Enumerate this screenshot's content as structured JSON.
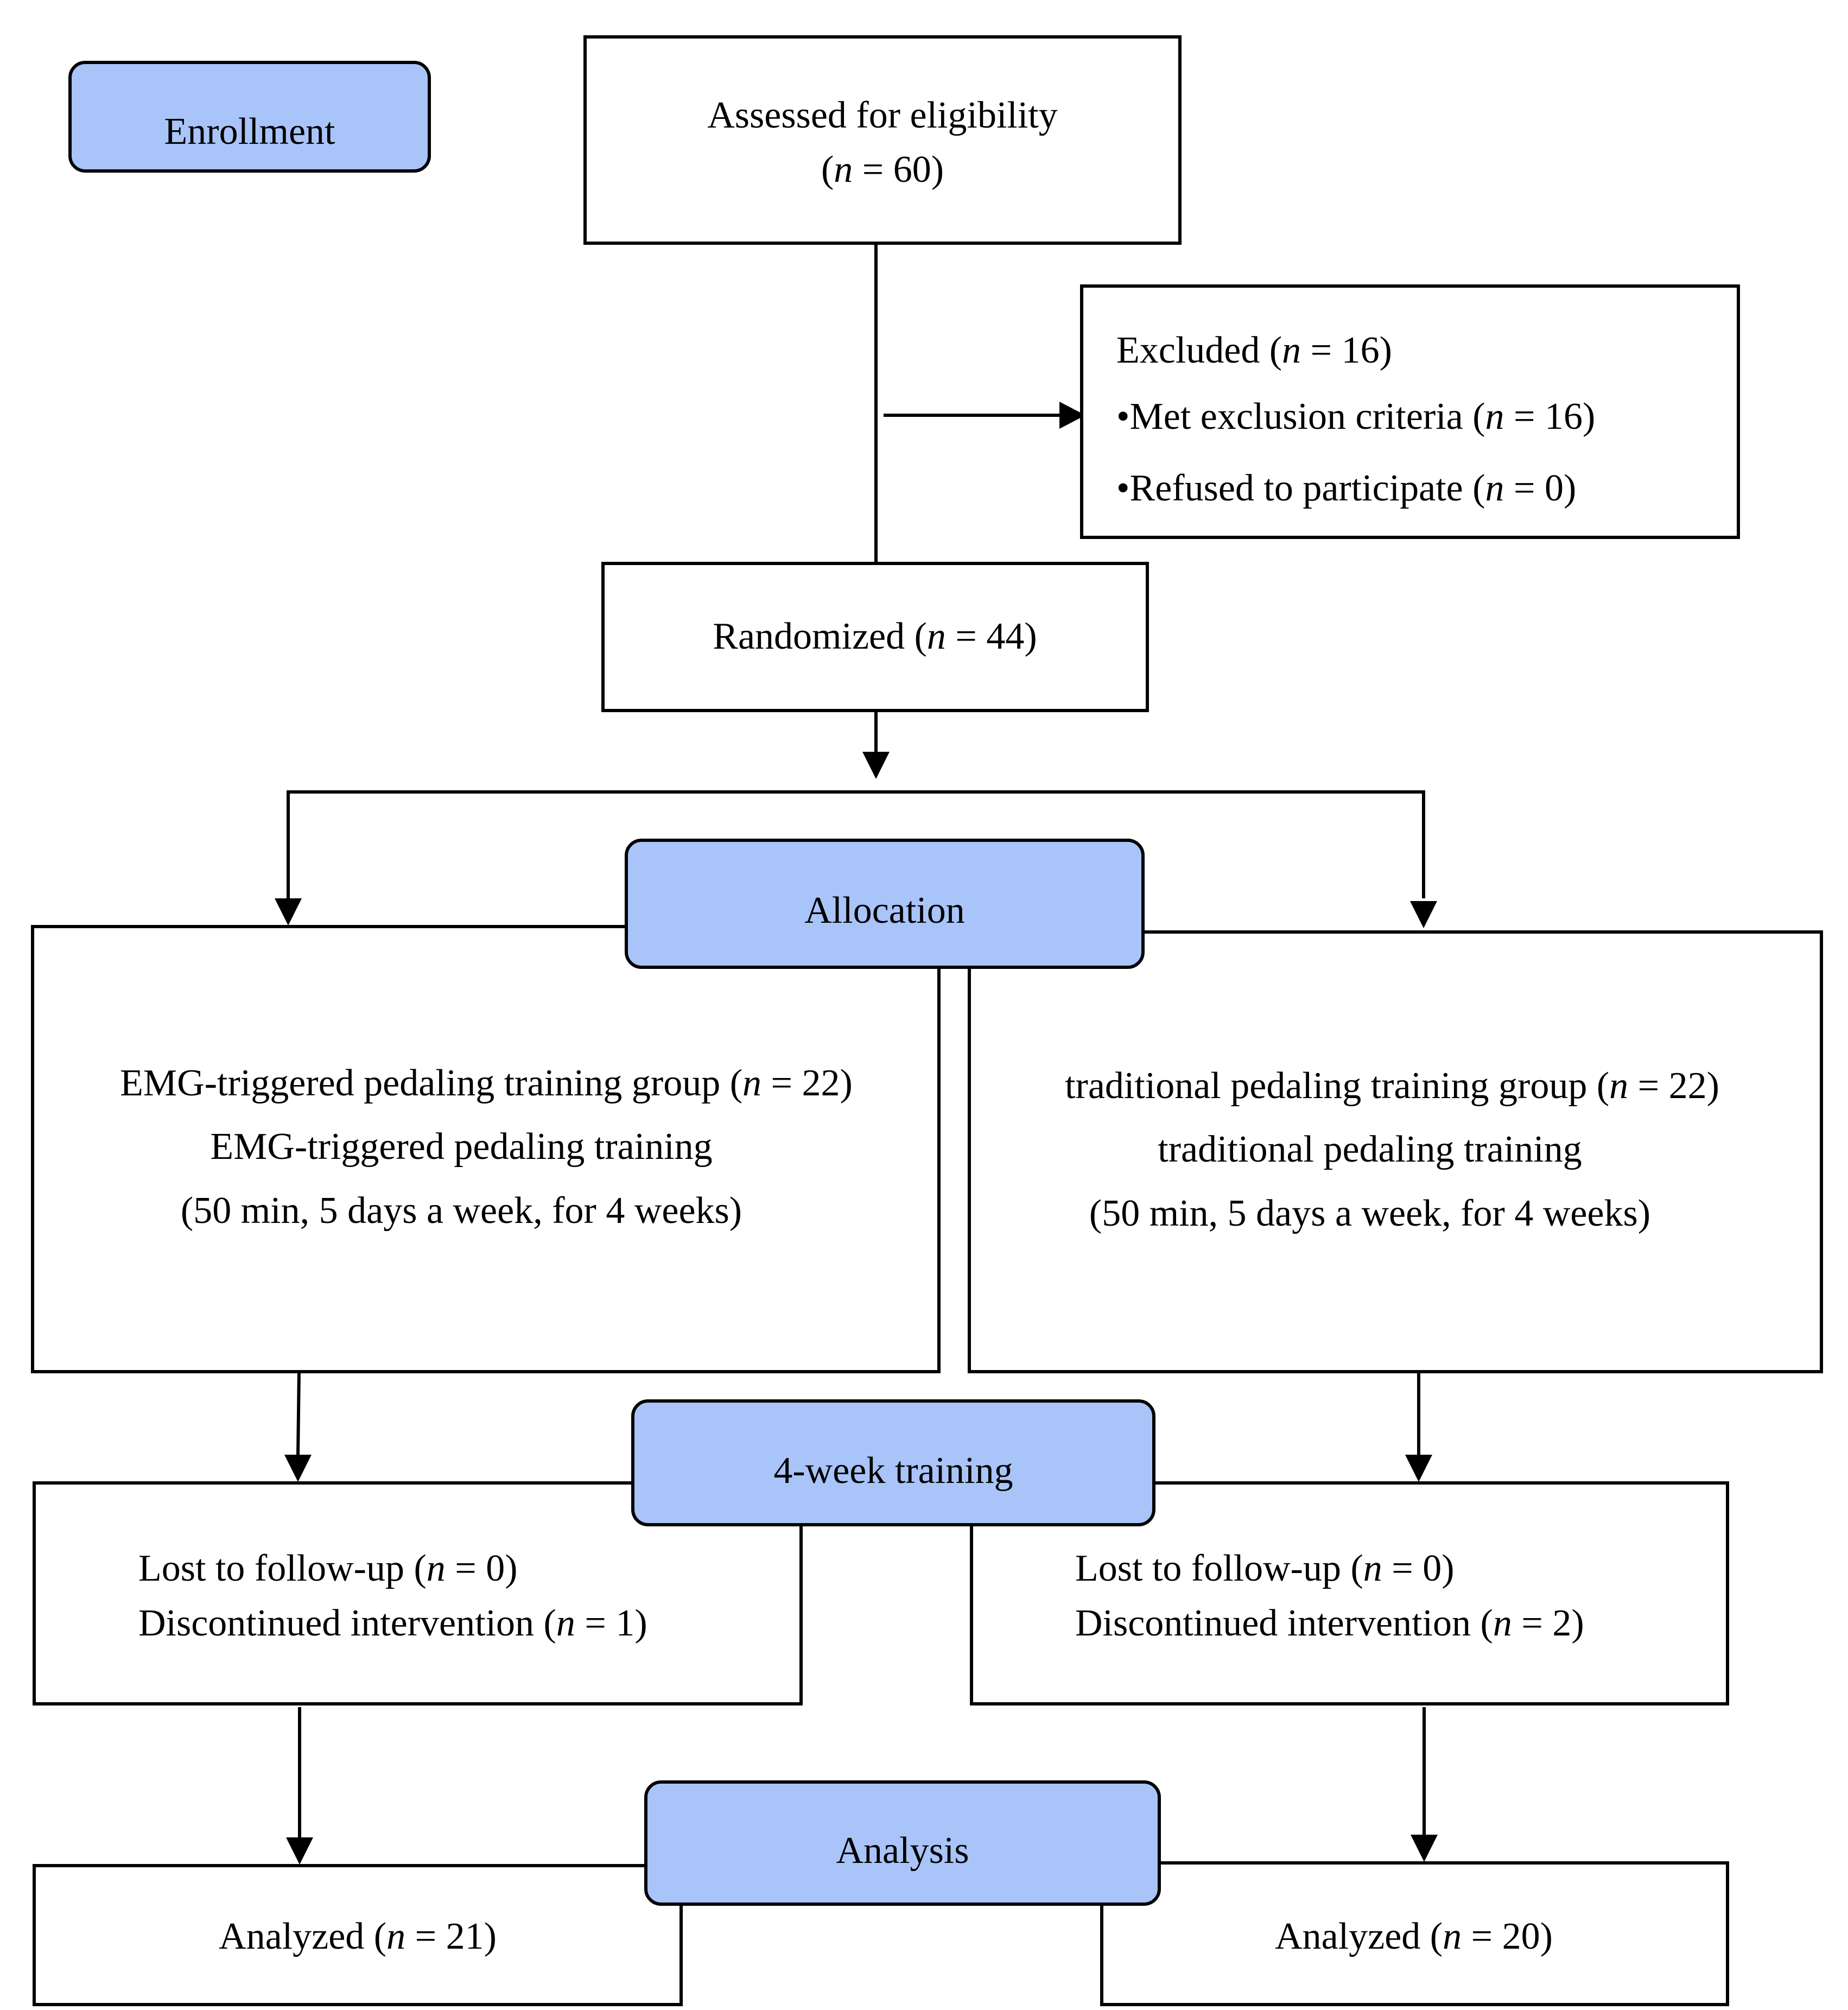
{
  "colors": {
    "stage_fill": "#a9c4f9",
    "stroke": "#000000",
    "background": "#ffffff"
  },
  "stages": {
    "enrollment": "Enrollment",
    "allocation": "Allocation",
    "training": "4-week training",
    "analysis": "Analysis"
  },
  "assessed": {
    "label": "Assessed for eligibility",
    "count": "(n = 60)"
  },
  "excluded": {
    "title": "Excluded (n = 16)",
    "items": [
      "•Met exclusion criteria (n = 16)",
      "•Refused to participate (n = 0)"
    ]
  },
  "randomized": "Randomized (n = 44)",
  "groups": [
    {
      "name": "EMG-triggered pedaling training group (n = 22)",
      "intervention": "EMG-triggered pedaling training",
      "schedule": "(50 min, 5 days a week, for 4 weeks)",
      "lost": "Lost to follow-up (n = 0)",
      "discontinued": "Discontinued intervention (n = 1)",
      "analyzed": "Analyzed (n = 21)"
    },
    {
      "name": "traditional pedaling training group (n = 22)",
      "intervention": "traditional pedaling training",
      "schedule": "(50 min, 5 days a week, for 4 weeks)",
      "lost": "Lost to follow-up (n = 0)",
      "discontinued": "Discontinued intervention (n = 2)",
      "analyzed": "Analyzed (n = 20)"
    }
  ]
}
